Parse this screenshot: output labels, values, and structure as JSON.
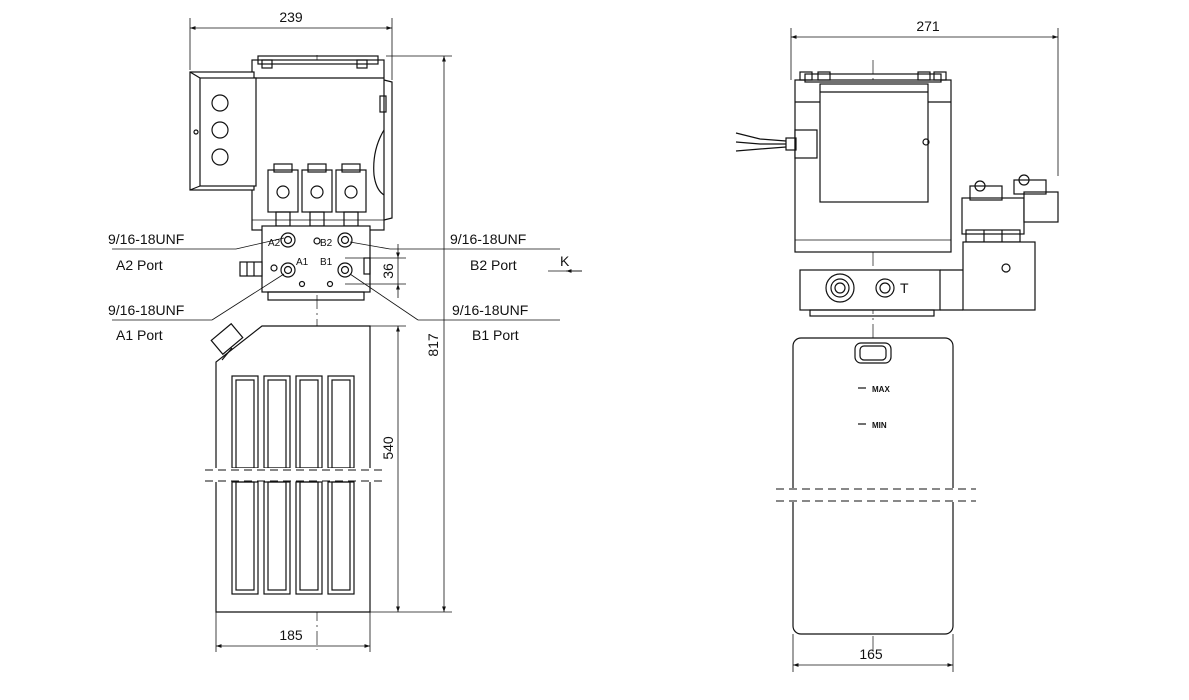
{
  "front_view": {
    "dim_width_top": "239",
    "dim_height_total": "817",
    "dim_tank_height": "540",
    "dim_block": "36",
    "dim_width_bottom": "185",
    "port_a2_thread": "9/16-18UNF",
    "port_a2_name": "A2 Port",
    "port_a1_thread": "9/16-18UNF",
    "port_a1_name": "A1 Port",
    "port_b2_thread": "9/16-18UNF",
    "port_b2_name": "B2 Port",
    "port_b1_thread": "9/16-18UNF",
    "port_b1_name": "B1 Port",
    "tag_a2": "A2",
    "tag_b2": "B2",
    "tag_a1": "A1",
    "tag_b1": "B1",
    "view_marker": "K"
  },
  "side_view": {
    "dim_width_top": "271",
    "dim_width_bottom": "165",
    "tag_t": "T",
    "level_max": "MAX",
    "level_min": "MIN"
  }
}
